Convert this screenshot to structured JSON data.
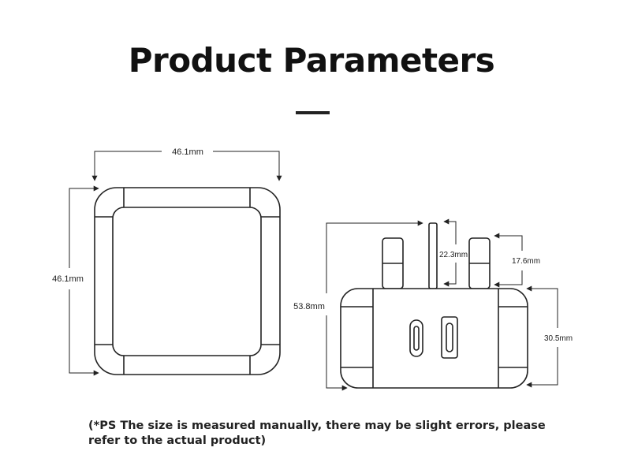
{
  "title": "Product Parameters",
  "front_view": {
    "width_label": "46.1mm",
    "height_label": "46.1mm"
  },
  "side_view": {
    "total_height_label": "53.8mm",
    "long_pin_label": "22.3mm",
    "short_pin_label": "17.6mm",
    "body_height_label": "30.5mm"
  },
  "note": "(*PS The size is measured manually, there may be slight errors, please refer to the actual product)"
}
